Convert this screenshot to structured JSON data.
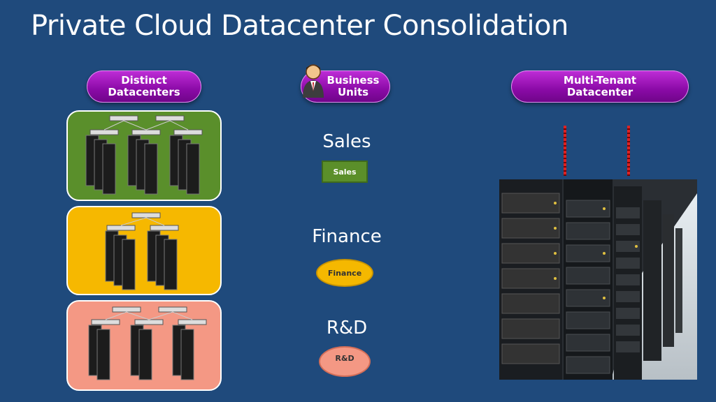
{
  "title": "Private Cloud Datacenter Consolidation",
  "headers": {
    "distinct_line1": "Distinct",
    "distinct_line2": "Datacenters",
    "business_line1": "Business",
    "business_line2": "Units",
    "multi_line1": "Multi-Tenant",
    "multi_line2": "Datacenter"
  },
  "business_units": [
    {
      "label": "Sales",
      "tag": "Sales",
      "color": "#5b8f2a"
    },
    {
      "label": "Finance",
      "tag": "Finance",
      "color": "#f5b800"
    },
    {
      "label": "R&D",
      "tag": "R&D",
      "color": "#f49884"
    }
  ],
  "icons": {
    "person": "person-icon",
    "server": "server-rack-icon",
    "switch": "network-switch-icon"
  }
}
